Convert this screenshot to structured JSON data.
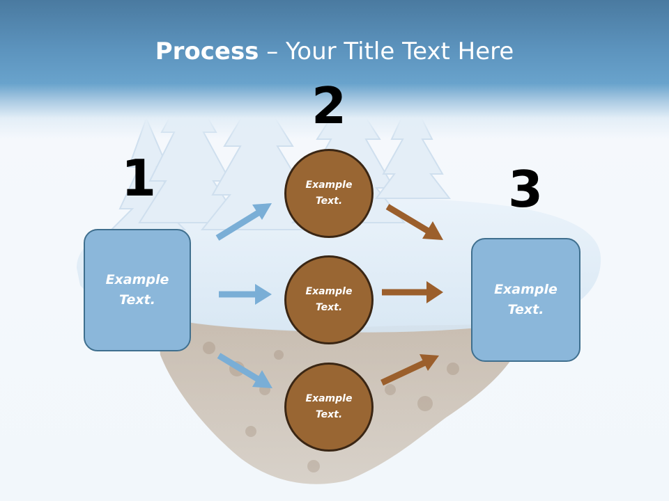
{
  "slide": {
    "title_bold": "Process",
    "title_rest": " – Your Title Text Here"
  },
  "steps": {
    "one": {
      "number": "1",
      "text": "Example Text."
    },
    "two": {
      "number": "2"
    },
    "three": {
      "number": "3",
      "text": "Example Text."
    }
  },
  "circles": [
    {
      "text": "Example Text."
    },
    {
      "text": "Example Text."
    },
    {
      "text": "Example Text."
    }
  ],
  "colors": {
    "header": "#5c93bd",
    "box_fill": "#8bb7da",
    "box_border": "#3f6f8e",
    "circle_fill": "#996633",
    "circle_border": "#3a2614",
    "blue_arrow": "#7aaed6",
    "brown_arrow": "#9b5f2c"
  }
}
